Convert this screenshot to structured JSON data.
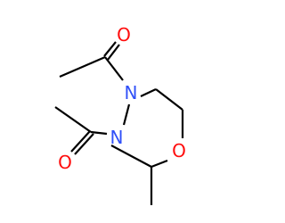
{
  "atoms": [
    {
      "id": "o_top",
      "symbol": "O",
      "color": "#ff0d0d"
    },
    {
      "id": "n_upper",
      "symbol": "N",
      "color": "#3050f8"
    },
    {
      "id": "n_lower",
      "symbol": "N",
      "color": "#3050f8"
    },
    {
      "id": "o_ring",
      "symbol": "O",
      "color": "#ff0d0d"
    },
    {
      "id": "o_left",
      "symbol": "O",
      "color": "#ff0d0d"
    }
  ],
  "colors": {
    "bond": "#000000",
    "oxygen": "#ff0d0d",
    "nitrogen": "#3050f8",
    "background": "#ffffff"
  }
}
